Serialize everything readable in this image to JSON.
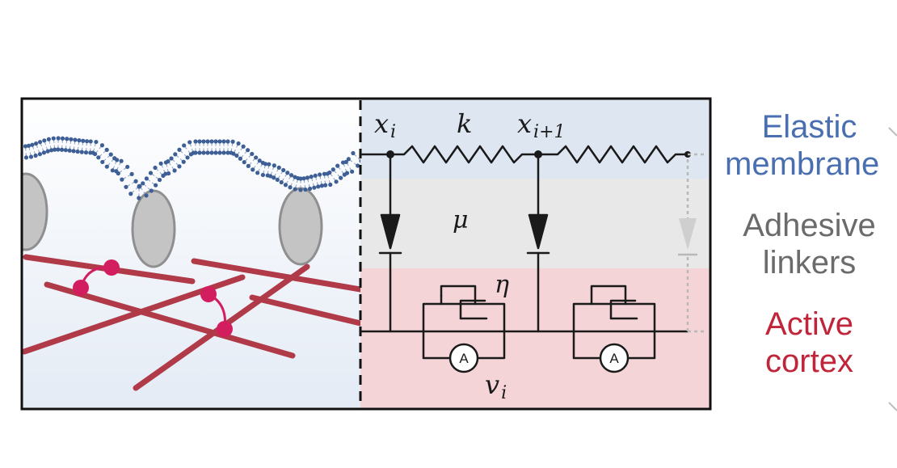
{
  "diagram": {
    "symbols": {
      "x_i": {
        "base": "x",
        "sub": "i"
      },
      "k": "k",
      "x_i1": {
        "base": "x",
        "sub": "i+1"
      },
      "mu": "μ",
      "eta": "η",
      "v_i": {
        "base": "v",
        "sub": "i"
      },
      "ammeter": "A"
    },
    "layers": [
      {
        "id": "membrane",
        "line1": "Elastic",
        "line2": "membrane",
        "color": "#4a6fb0"
      },
      {
        "id": "linkers",
        "line1": "Adhesive",
        "line2": "linkers",
        "color": "#6b6b6b"
      },
      {
        "id": "cortex",
        "line1": "Active",
        "line2": "cortex",
        "color": "#c0253a"
      }
    ],
    "colors": {
      "membrane_band": "#dde6f1",
      "linker_band": "#e8e8e8",
      "cortex_band": "#f4d4d7",
      "actin": "#b03a48",
      "myosin": "#d21e5f",
      "adhesion": "#c4c4c4",
      "lipid": "#3d5f96"
    }
  }
}
